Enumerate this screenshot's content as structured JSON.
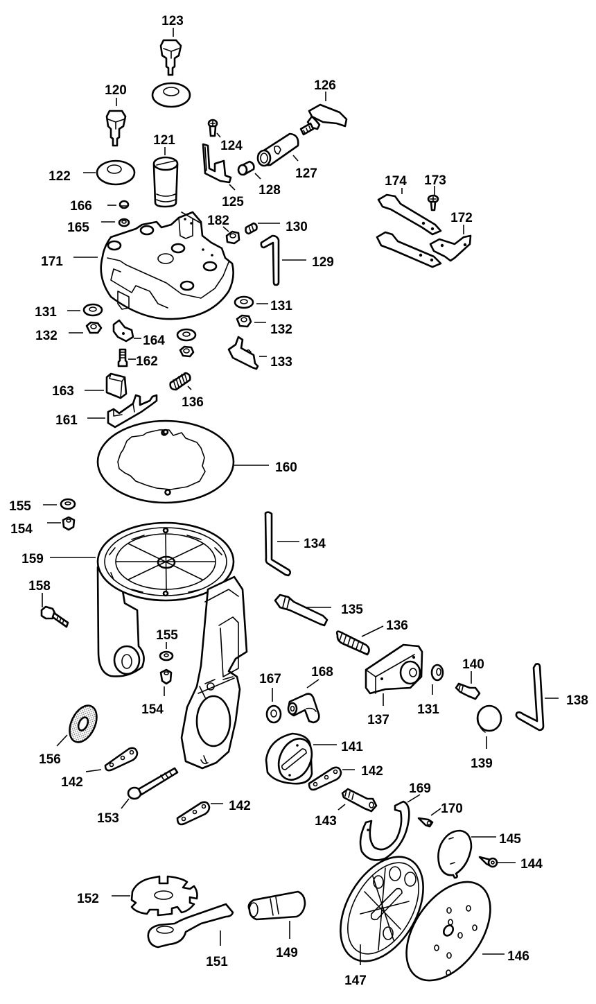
{
  "diagram": {
    "type": "exploded-parts-diagram",
    "colors": {
      "line": "#000000",
      "background": "#ffffff"
    },
    "callouts": [
      {
        "id": "120",
        "part": "hex-bolt"
      },
      {
        "id": "121",
        "part": "slotted-pin"
      },
      {
        "id": "122",
        "part": "round-washer"
      },
      {
        "id": "123",
        "part": "hex-bolt"
      },
      {
        "id": "124",
        "part": "screw"
      },
      {
        "id": "125",
        "part": "bracket"
      },
      {
        "id": "126",
        "part": "wing-knob"
      },
      {
        "id": "127",
        "part": "sleeve"
      },
      {
        "id": "128",
        "part": "small-sleeve"
      },
      {
        "id": "129",
        "part": "hex-key"
      },
      {
        "id": "130",
        "part": "set-screw"
      },
      {
        "id": "131",
        "part": "washer"
      },
      {
        "id": "132",
        "part": "nut"
      },
      {
        "id": "133",
        "part": "clip"
      },
      {
        "id": "134",
        "part": "hex-key"
      },
      {
        "id": "135",
        "part": "pin-shaft"
      },
      {
        "id": "136",
        "part": "spring"
      },
      {
        "id": "137",
        "part": "lock-block"
      },
      {
        "id": "138",
        "part": "hex-key"
      },
      {
        "id": "139",
        "part": "cap"
      },
      {
        "id": "140",
        "part": "screw"
      },
      {
        "id": "141",
        "part": "knob"
      },
      {
        "id": "142",
        "part": "link-plate"
      },
      {
        "id": "143",
        "part": "screw"
      },
      {
        "id": "144",
        "part": "screw"
      },
      {
        "id": "145",
        "part": "cover-plate"
      },
      {
        "id": "146",
        "part": "base-plate"
      },
      {
        "id": "147",
        "part": "base"
      },
      {
        "id": "149",
        "part": "socket"
      },
      {
        "id": "151",
        "part": "wrench"
      },
      {
        "id": "152",
        "part": "star-washer"
      },
      {
        "id": "153",
        "part": "bolt"
      },
      {
        "id": "154",
        "part": "nut"
      },
      {
        "id": "155",
        "part": "washer"
      },
      {
        "id": "156",
        "part": "friction-washer"
      },
      {
        "id": "158",
        "part": "bolt"
      },
      {
        "id": "159",
        "part": "arm-housing"
      },
      {
        "id": "160",
        "part": "ring-plate"
      },
      {
        "id": "161",
        "part": "slide"
      },
      {
        "id": "162",
        "part": "screw"
      },
      {
        "id": "163",
        "part": "block"
      },
      {
        "id": "164",
        "part": "clamp"
      },
      {
        "id": "165",
        "part": "washer"
      },
      {
        "id": "166",
        "part": "nut"
      },
      {
        "id": "167",
        "part": "washer"
      },
      {
        "id": "168",
        "part": "elbow-fitting"
      },
      {
        "id": "169",
        "part": "retaining-ring"
      },
      {
        "id": "170",
        "part": "screw"
      },
      {
        "id": "171",
        "part": "head-plate"
      },
      {
        "id": "172",
        "part": "angle-bracket"
      },
      {
        "id": "173",
        "part": "screw"
      },
      {
        "id": "174",
        "part": "strap-brackets"
      },
      {
        "id": "182",
        "part": "nut"
      }
    ],
    "labels": {
      "l123": "123",
      "l120": "120",
      "l126": "126",
      "l124": "124",
      "l121": "121",
      "l127": "127",
      "l122": "122",
      "l128": "128",
      "l125": "125",
      "l174": "174",
      "l173": "173",
      "l172": "172",
      "l166": "166",
      "l165": "165",
      "l182": "182",
      "l130": "130",
      "l171": "171",
      "l129": "129",
      "l131a": "131",
      "l131b": "131",
      "l132a": "132",
      "l132b": "132",
      "l164": "164",
      "l133": "133",
      "l162": "162",
      "l163": "163",
      "l136a": "136",
      "l161": "161",
      "l160": "160",
      "l155a": "155",
      "l154a": "154",
      "l134": "134",
      "l159": "159",
      "l158": "158",
      "l135": "135",
      "l136b": "136",
      "l155b": "155",
      "l168": "168",
      "l167": "167",
      "l140": "140",
      "l138": "138",
      "l154b": "154",
      "l137": "137",
      "l131c": "131",
      "l156": "156",
      "l141": "141",
      "l139": "139",
      "l142a": "142",
      "l142b": "142",
      "l169": "169",
      "l142c": "142",
      "l153": "153",
      "l143": "143",
      "l170": "170",
      "l145": "145",
      "l144": "144",
      "l152": "152",
      "l149": "149",
      "l151": "151",
      "l147": "147",
      "l146": "146"
    }
  }
}
